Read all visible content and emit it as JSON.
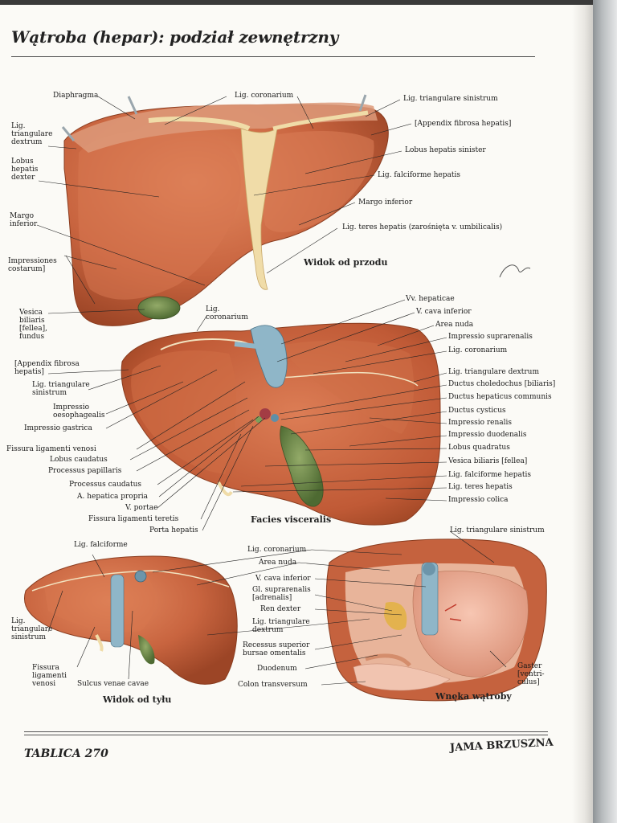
{
  "title": "Wątroba (hepar): podział zewnętrzny",
  "footer": {
    "left": "TABLICA 270",
    "right": "JAMA BRZUSZNA"
  },
  "views": {
    "front": "Widok od przodu",
    "visceral": "Facies visceralis",
    "back": "Widok od tyłu",
    "recess": "Wnęka wątroby"
  },
  "labels": {
    "front": {
      "diaphragma": "Diaphragma",
      "lig_coronarium": "Lig. coronarium",
      "lig_tri_sin": "Lig. triangulare sinistrum",
      "appendix": "[Appendix fibrosa hepatis]",
      "lobus_sin": "Lobus hepatis sinister",
      "lig_falc": "Lig. falciforme hepatis",
      "margo_inf_r": "Margo inferior",
      "lig_teres": "Lig. teres hepatis (zarośnięta v. umbilicalis)",
      "lig_tri_dex": "Lig.\ntriangulare\ndextrum",
      "lobus_dex": "Lobus\nhepatis\ndexter",
      "margo_inf_l": "Margo\ninferior",
      "impressiones": "Impressiones\ncostarum]",
      "vesica": "Vesica\nbiliaris\n[fellea],\nfundus"
    },
    "visceral": {
      "lig_coronarium": "Lig.\ncoronarium",
      "appendix": "[Appendix fibrosa\nhepatis]",
      "lig_tri_sin": "Lig. triangulare\nsinistrum",
      "impressio_oes": "Impressio\noesophagealis",
      "impressio_gastrica": "Impressio gastrica",
      "fissura_venosi": "Fissura ligamenti venosi",
      "lobus_caudatus": "Lobus caudatus",
      "processus_pap": "Processus papillaris",
      "processus_caud": "Processus caudatus",
      "a_hepatica": "A. hepatica propria",
      "v_portae": "V. portae",
      "fissura_teretis": "Fissura ligamenti teretis",
      "porta": "Porta hepatis",
      "vv_hepaticae": "Vv. hepaticae",
      "v_cava": "V. cava inferior",
      "area_nuda": "Area nuda",
      "impressio_supr": "Impressio suprarenalis",
      "lig_coronarium_r": "Lig. coronarium",
      "lig_tri_dex": "Lig. triangulare dextrum",
      "ductus_chol": "Ductus choledochus [biliaris]",
      "ductus_hep": "Ductus hepaticus communis",
      "ductus_cyst": "Ductus cysticus",
      "impressio_ren": "Impressio renalis",
      "impressio_duo": "Impressio duodenalis",
      "lobus_quad": "Lobus quadratus",
      "vesica": "Vesica biliaris [fellea]",
      "lig_falc": "Lig. falciforme hepatis",
      "lig_teres": "Lig. teres hepatis",
      "impressio_col": "Impressio colica"
    },
    "back": {
      "lig_falc": "Lig. falciforme",
      "lig_tri_sin": "Lig.\ntriangulare\nsinistrum",
      "fissura": "Fissura\nligamenti\nvenosi",
      "sulcus": "Sulcus venae cavae"
    },
    "middle": {
      "lig_coronarium": "Lig. coronarium",
      "area_nuda": "Area nuda",
      "v_cava": "V. cava inferior",
      "gl_supr": "Gl. suprarenalis\n[adrenalis]",
      "ren": "Ren dexter",
      "lig_tri_dex": "Lig. triangulare\ndextrum",
      "recessus": "Recessus superior\nbursae omentalis",
      "duodenum": "Duodenum",
      "colon": "Colon transversum"
    },
    "recess": {
      "lig_tri_sin": "Lig. triangulare sinistrum",
      "gaster": "Gaster\n[ventri-\nculus]"
    }
  },
  "colors": {
    "liver": "#c8643f",
    "liver_dark": "#a84c2c",
    "ligament": "#f0dca8",
    "gallbladder": "#6f8a4a",
    "vessel_blue": "#8fb6c8",
    "stomach": "#e9a48c"
  },
  "signature": "F. Netter"
}
